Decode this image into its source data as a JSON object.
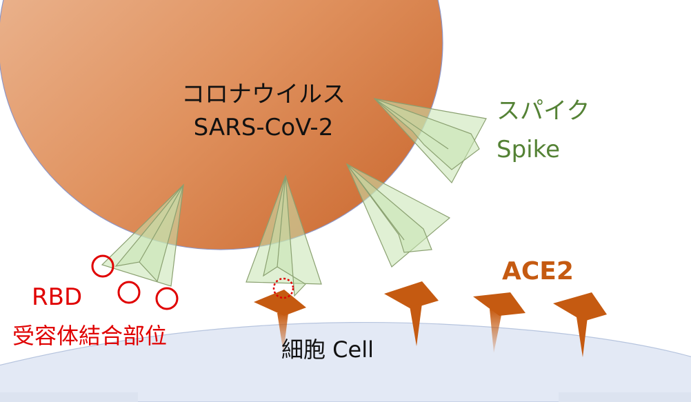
{
  "virus": {
    "name_ja": "コロナウイルス",
    "name_en": "SARS-CoV-2"
  },
  "spike": {
    "label_ja": "スパイク",
    "label_en": "Spike"
  },
  "receptor": {
    "label": "ACE2"
  },
  "rbd": {
    "label_en": "RBD",
    "label_ja": "受容体結合部位"
  },
  "cell": {
    "label": "細胞 Cell"
  },
  "colors": {
    "virus_light": "#efc0a0",
    "virus_dark": "#cd6b30",
    "spike_fill": "#c6e4b0",
    "spike_stroke": "#8aa070",
    "ace2": "#c55a11",
    "rbd_marker": "#e00000",
    "cell_fill": "#e3e9f5",
    "label_green": "#548235"
  }
}
